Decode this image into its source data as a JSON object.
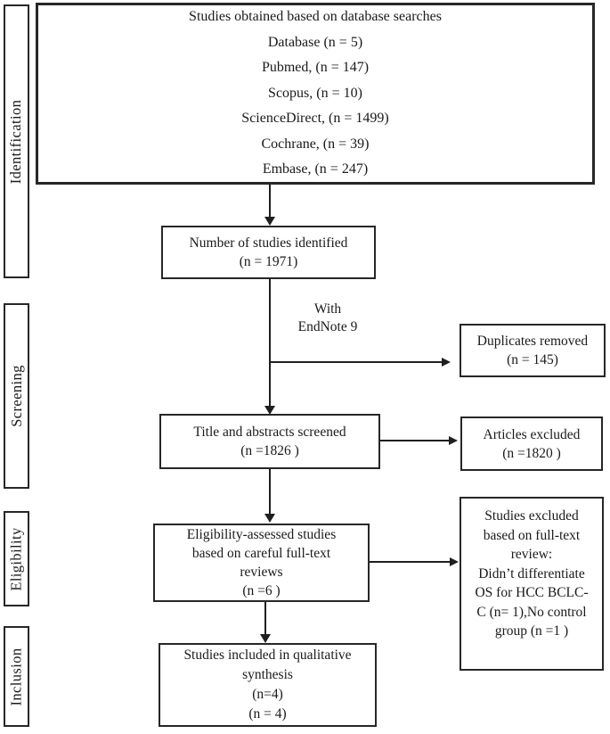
{
  "figure": {
    "type": "prisma-flow-diagram",
    "stages": [
      {
        "label": "Identification"
      },
      {
        "label": "Screening"
      },
      {
        "label": "Eligibility"
      },
      {
        "label": "Inclusion"
      }
    ],
    "boxes": {
      "database_search": {
        "lines": [
          "Studies obtained based on database searches",
          "Database (n = 5)",
          "Pubmed, (n =  147)",
          "Scopus, (n = 10)",
          "ScienceDirect, (n = 1499)",
          "Cochrane, (n = 39)",
          "Embase, (n = 247)"
        ]
      },
      "studies_identified": {
        "lines": [
          "Number of studies identified",
          "(n = 1971)"
        ]
      },
      "duplicates_removed": {
        "lines": [
          "Duplicates removed",
          "(n = 145)"
        ]
      },
      "title_abstracts_screened": {
        "lines": [
          "Title and abstracts screened",
          "(n =1826 )"
        ]
      },
      "articles_excluded": {
        "lines": [
          "Articles excluded",
          "(n =1820 )"
        ]
      },
      "eligibility_assessed": {
        "lines": [
          "Eligibility-assessed studies",
          "based on careful full-text",
          "reviews",
          "(n =6 )"
        ]
      },
      "fulltext_excluded": {
        "lines": [
          "Studies excluded",
          "based on full-text",
          "review:",
          "Didn’t differentiate",
          "OS for HCC BCLC-",
          "C (n= 1),No control",
          "group (n =1 )"
        ]
      },
      "included_qualitative": {
        "lines": [
          "Studies included in qualitative",
          "synthesis",
          "(n=4)",
          "(n = 4)"
        ]
      }
    },
    "annotations": {
      "endnote": {
        "lines": [
          "With",
          "EndNote 9"
        ]
      }
    },
    "colors": {
      "ink": "#1f1f1f",
      "background": "#ffffff"
    }
  }
}
